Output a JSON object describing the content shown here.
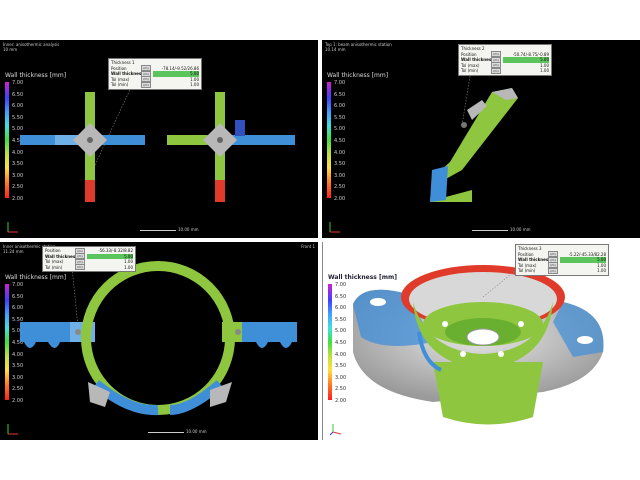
{
  "legend": {
    "title": "Wall thickness [mm]",
    "ticks": [
      "7.00",
      "6.50",
      "6.00",
      "5.50",
      "5.00",
      "4.50",
      "4.00",
      "3.50",
      "3.00",
      "2.50",
      "2.00"
    ]
  },
  "viewports": [
    {
      "title": "Inner: anisothermic analysis",
      "subtitle": "10 mm",
      "info": {
        "title": "Thickness 1",
        "position_label": "Position",
        "position_value": "-78.14/-9.52/26.86",
        "wall_label": "Wall thickness",
        "wall_value": "5.00",
        "tol_upper_label": "Tol (max)",
        "tol_upper_value": "1.00",
        "tol_lower_label": "Tol (min)",
        "tol_lower_value": "1.00"
      },
      "scale": "10.00 mm"
    },
    {
      "title": "Top 1: beam anisothermic station",
      "subtitle": "10.14 mm",
      "info": {
        "title": "Thickness 2",
        "position_label": "Position",
        "position_value": "-50.74/-8.75/-0.89",
        "wall_label": "Wall thickness",
        "wall_value": "5.00",
        "tol_upper_label": "Tol (max)",
        "tol_upper_value": "1.00",
        "tol_lower_label": "Tol (min)",
        "tol_lower_value": "1.00"
      },
      "scale": "10.00 mm"
    },
    {
      "title": "Inner anisothermic station",
      "subtitle": "11.24 mm",
      "corner": "Front 1",
      "info": {
        "title": "Thickness 3",
        "position_label": "Position",
        "position_value": "-56.33/-8.32/8.82",
        "wall_label": "Wall thickness",
        "wall_value": "5.00",
        "tol_upper_label": "Tol (max)",
        "tol_upper_value": "1.00",
        "tol_lower_label": "Tol (min)",
        "tol_lower_value": "1.00"
      },
      "scale": "10.00 mm"
    },
    {
      "title": "",
      "info": {
        "title": "Thickness 3",
        "position_label": "Position",
        "position_value": "-5.22/-45.33/82.28",
        "wall_label": "Wall thickness",
        "wall_value": "5.00",
        "tol_upper_label": "Tol (max)",
        "tol_upper_value": "1.00",
        "tol_lower_label": "Tol (min)",
        "tol_lower_value": "1.00"
      }
    }
  ],
  "colors": {
    "green": "#8ec63f",
    "blue": "#3f8fd8",
    "red": "#e03a2a",
    "grey": "#b8b8b8",
    "highlight": "#5cc45c"
  }
}
